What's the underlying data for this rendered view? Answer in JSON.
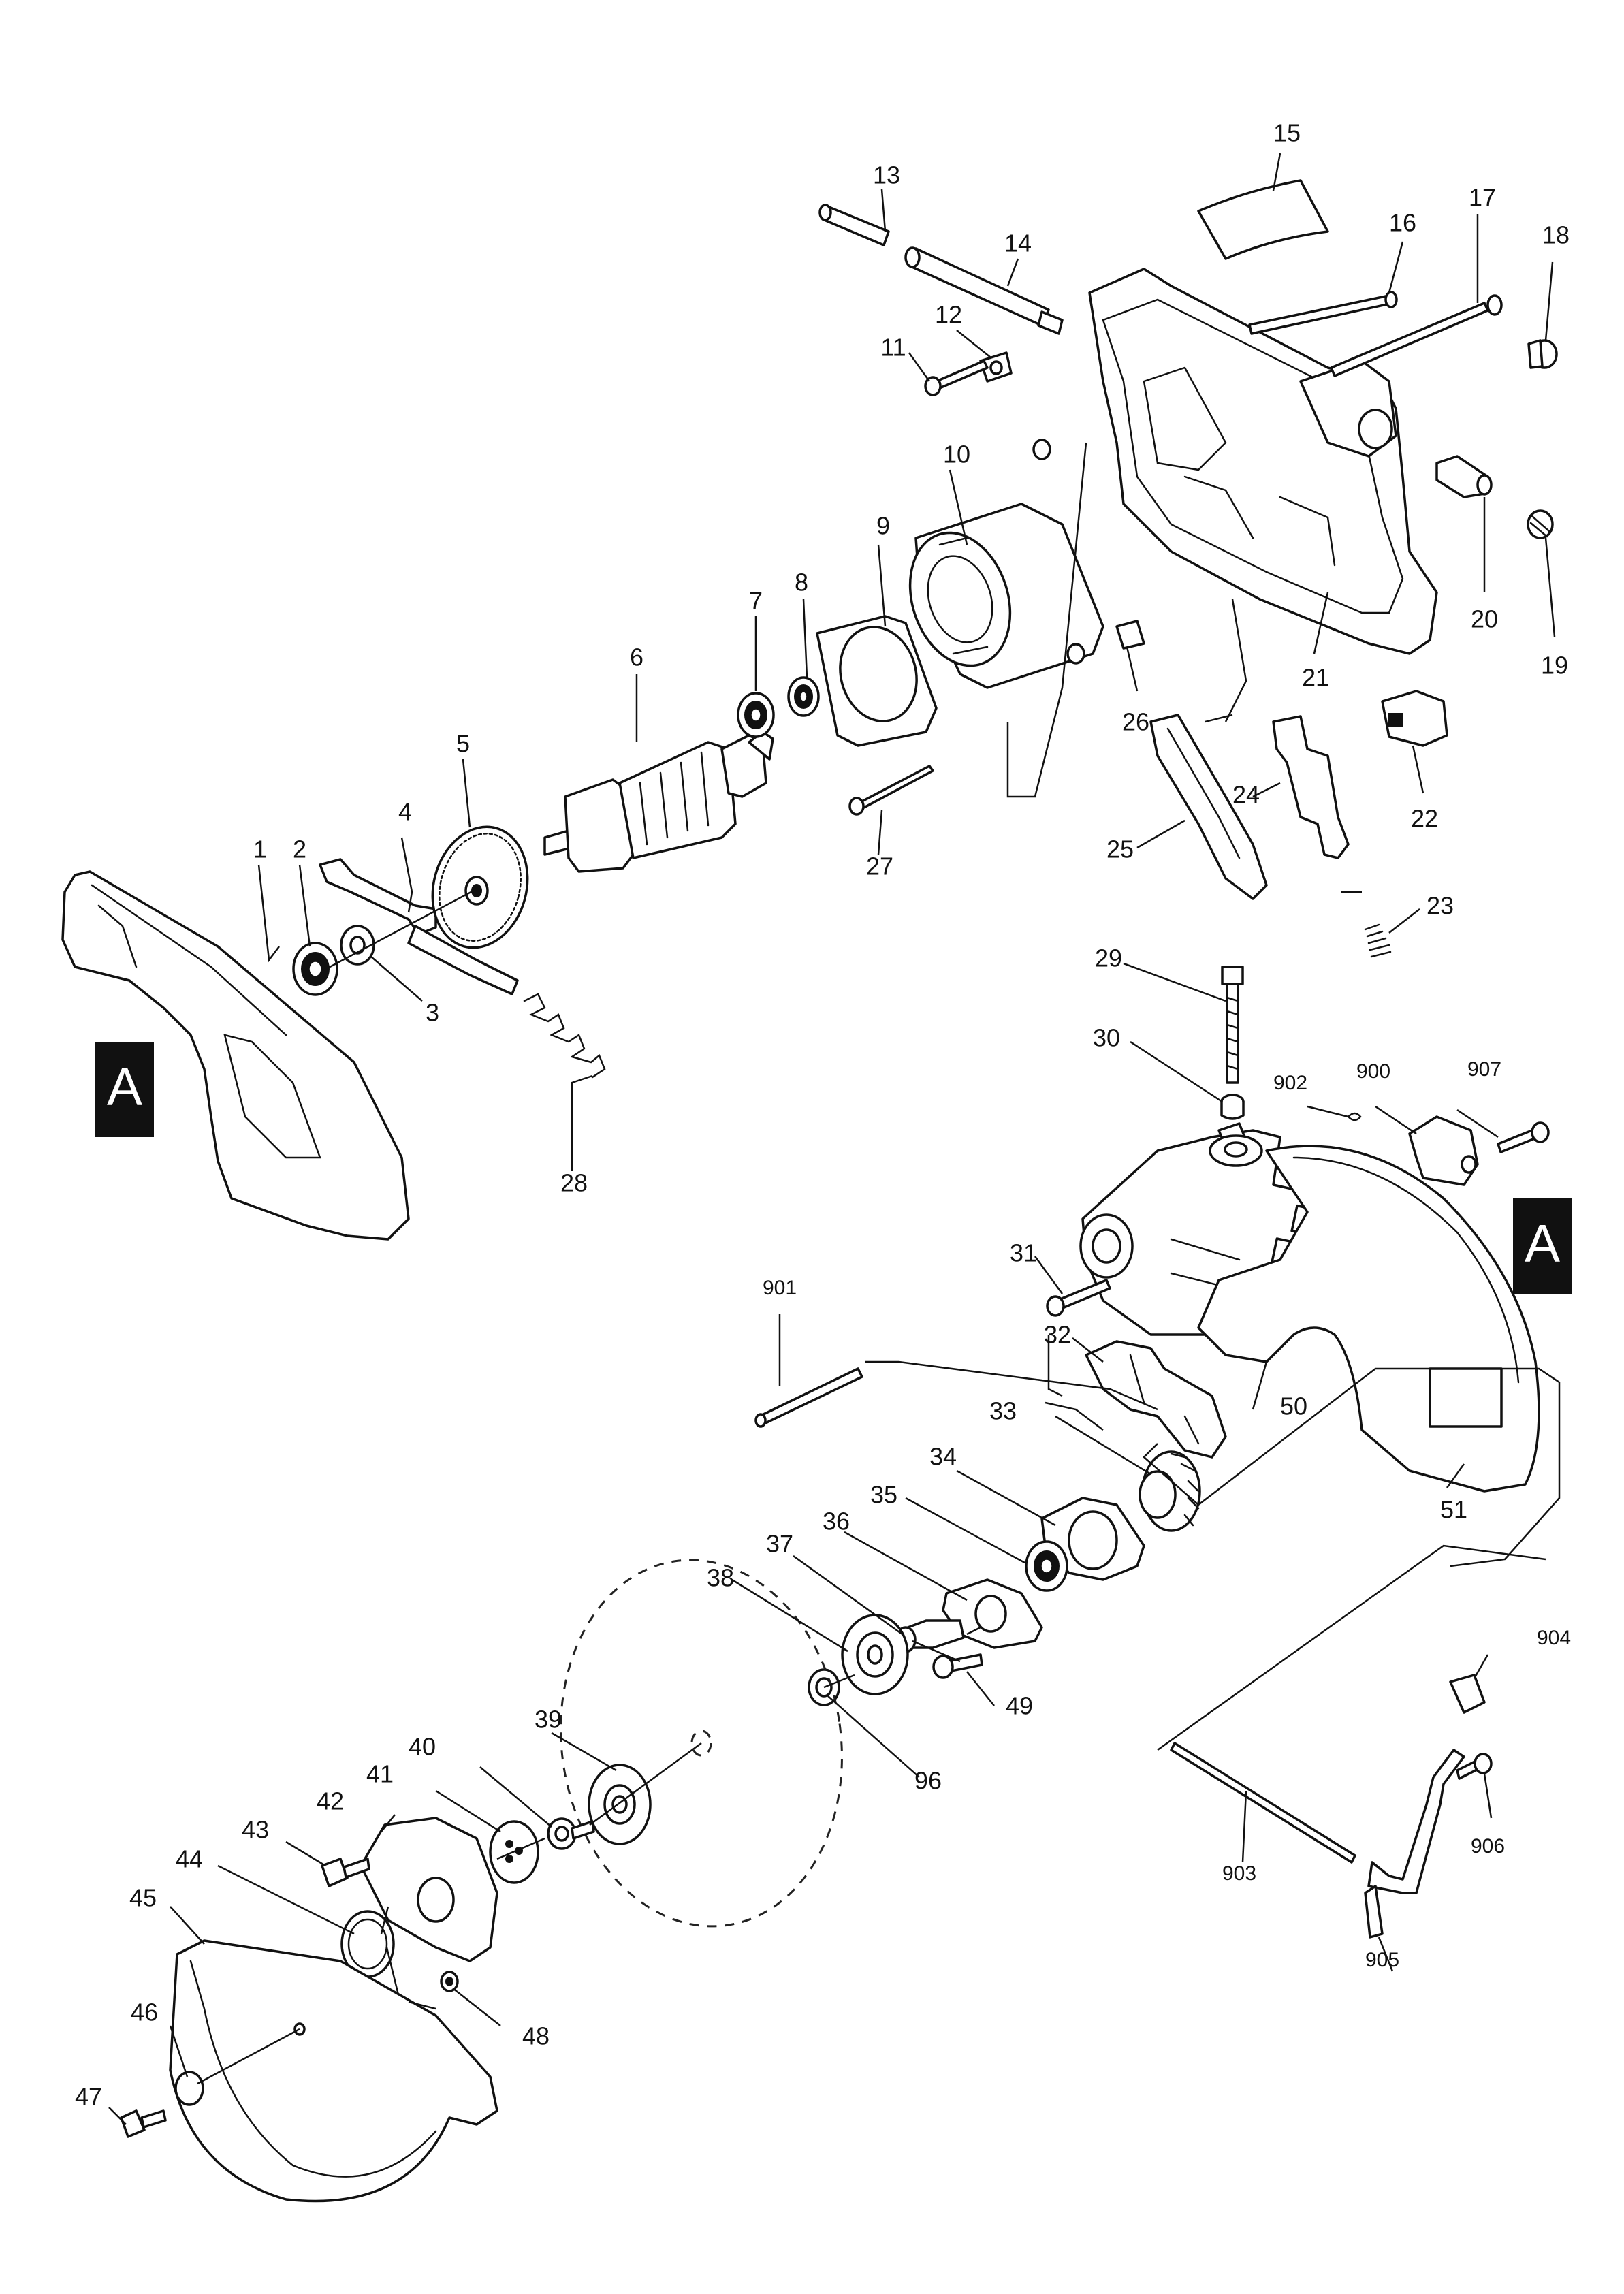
{
  "callouts": {
    "c1": "1",
    "c2": "2",
    "c3": "3",
    "c4": "4",
    "c5": "5",
    "c6": "6",
    "c7": "7",
    "c8": "8",
    "c9": "9",
    "c10": "10",
    "c11": "11",
    "c12": "12",
    "c13": "13",
    "c14": "14",
    "c15": "15",
    "c16": "16",
    "c17": "17",
    "c18": "18",
    "c19": "19",
    "c20": "20",
    "c21": "21",
    "c22": "22",
    "c23": "23",
    "c24": "24",
    "c25": "25",
    "c26": "26",
    "c27": "27",
    "c28": "28",
    "c29": "29",
    "c30": "30",
    "c31": "31",
    "c32": "32",
    "c33": "33",
    "c34": "34",
    "c35": "35",
    "c36": "36",
    "c37": "37",
    "c38": "38",
    "c39": "39",
    "c40": "40",
    "c41": "41",
    "c42": "42",
    "c43": "43",
    "c44": "44",
    "c45": "45",
    "c46": "46",
    "c47": "47",
    "c48": "48",
    "c49": "49",
    "c50": "50",
    "c51": "51",
    "c96": "96",
    "c900": "900",
    "c901": "901",
    "c902": "902",
    "c903": "903",
    "c904": "904",
    "c905": "905",
    "c906": "906",
    "c907": "907"
  },
  "markers": {
    "left": "A",
    "right": "A"
  }
}
